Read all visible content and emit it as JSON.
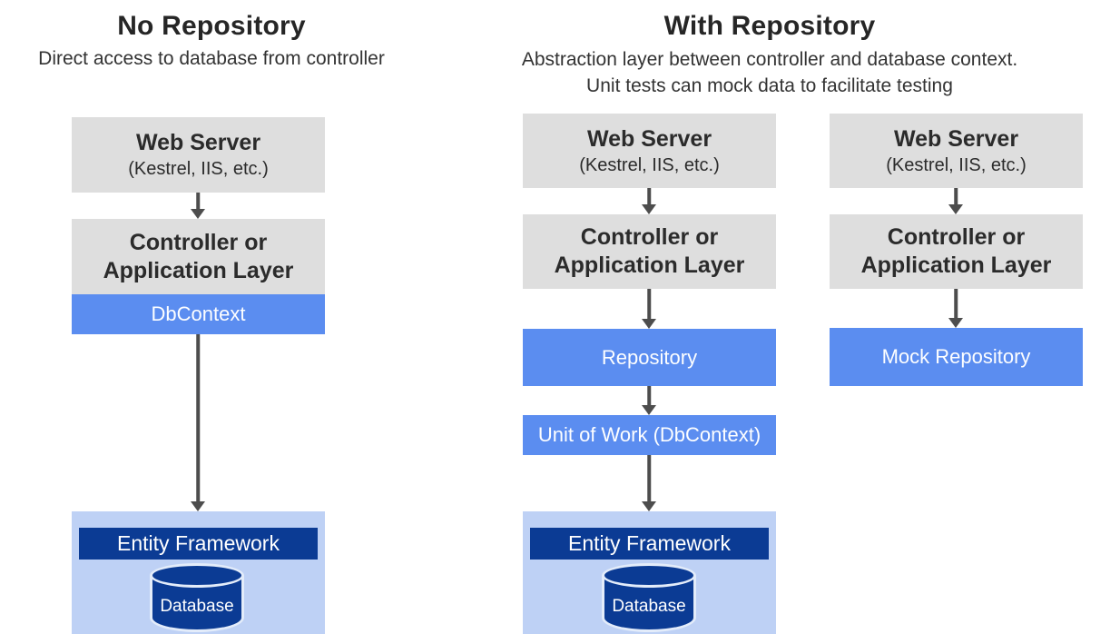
{
  "colors": {
    "box_gray": "#dedede",
    "box_blue": "#5b8df0",
    "container_light_blue": "#bed1f5",
    "navy_blue": "#0b3b94",
    "arrow_gray": "#4d4d4d",
    "text_dark": "#2b2b2b",
    "text_white": "#ffffff"
  },
  "no_repository": {
    "title": "No Repository",
    "subtitle": "Direct access to database from controller",
    "web_server_title": "Web Server",
    "web_server_subtitle": "(Kestrel, IIS, etc.)",
    "controller_line1": "Controller or",
    "controller_line2": "Application Layer",
    "dbcontext_label": "DbContext",
    "entity_framework_label": "Entity Framework",
    "database_label": "Database"
  },
  "with_repository": {
    "title": "With Repository",
    "subtitle_line1": "Abstraction layer between controller and database context.",
    "subtitle_line2": "Unit tests can mock data to facilitate testing",
    "main_flow": {
      "web_server_title": "Web Server",
      "web_server_subtitle": "(Kestrel, IIS, etc.)",
      "controller_line1": "Controller or",
      "controller_line2": "Application Layer",
      "repository_label": "Repository",
      "unit_of_work_label": "Unit of Work (DbContext)",
      "entity_framework_label": "Entity Framework",
      "database_label": "Database"
    },
    "mock_flow": {
      "web_server_title": "Web Server",
      "web_server_subtitle": "(Kestrel, IIS, etc.)",
      "controller_line1": "Controller or",
      "controller_line2": "Application Layer",
      "mock_repository_label": "Mock Repository"
    }
  }
}
